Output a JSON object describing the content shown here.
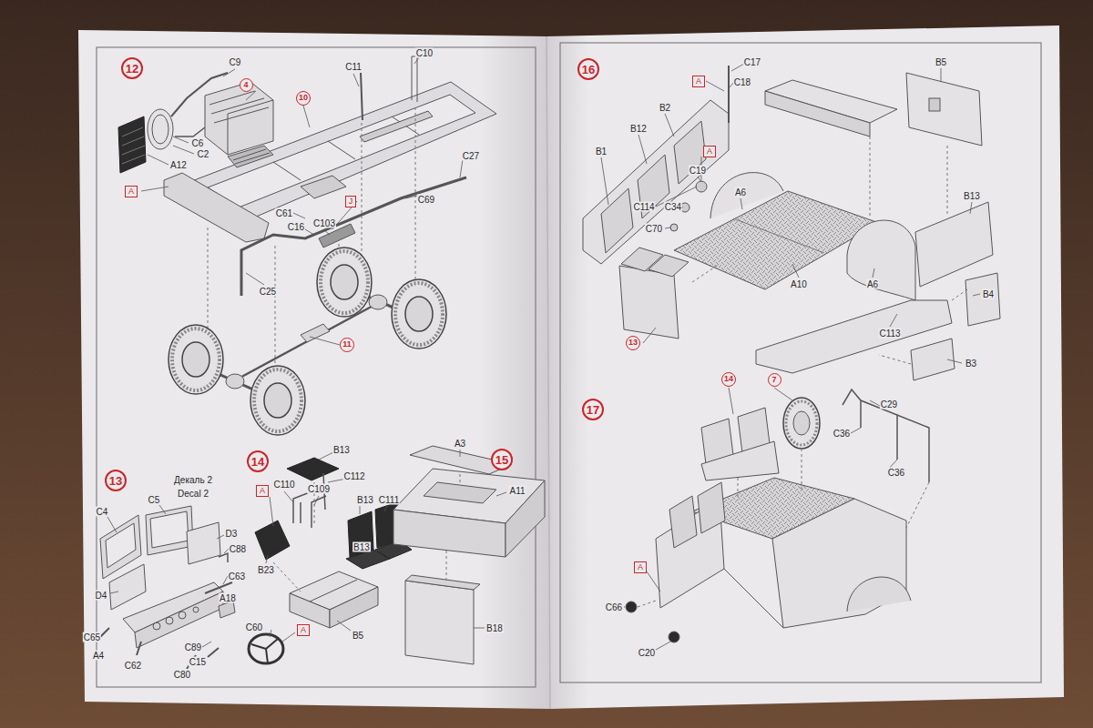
{
  "diagram": {
    "nodes": [
      {
        "text": [
          "12"
        ]
      },
      {
        "text": [
          "4"
        ]
      },
      {
        "text": [
          "10"
        ]
      },
      {
        "text": [
          "A"
        ]
      },
      {
        "text": [
          "J"
        ]
      },
      {
        "text": [
          "11"
        ]
      },
      {
        "text": [
          "14"
        ]
      },
      {
        "text": [
          "15"
        ]
      },
      {
        "text": [
          "13"
        ]
      },
      {
        "text": [
          "A"
        ]
      },
      {
        "text": [
          "A"
        ]
      },
      {
        "text": [
          "16"
        ]
      },
      {
        "text": [
          "A"
        ]
      },
      {
        "text": [
          "A"
        ]
      },
      {
        "text": [
          "13"
        ]
      },
      {
        "text": [
          "17"
        ]
      },
      {
        "text": [
          "14"
        ]
      },
      {
        "text": [
          "7"
        ]
      },
      {
        "text": [
          "A"
        ]
      }
    ],
    "labels": [
      "C9",
      "C6",
      "C2",
      "A12",
      "C11",
      "C10",
      "C27",
      "C69",
      "C61",
      "C16",
      "C103",
      "C25",
      "Декаль 2",
      "Decal 2",
      "C4",
      "C5",
      "D3",
      "C88",
      "C63",
      "D4",
      "A18",
      "C60",
      "C65",
      "C89",
      "A4",
      "C15",
      "C62",
      "C80",
      "B13",
      "C112",
      "C110",
      "C109",
      "B13",
      "C111",
      "B13",
      "B23",
      "B5",
      "A3",
      "A11",
      "B18",
      "C17",
      "C18",
      "B5",
      "B2",
      "B12",
      "B1",
      "C19",
      "A6",
      "B13",
      "C114",
      "C34",
      "C70",
      "A10",
      "A6",
      "B4",
      "C113",
      "B3",
      "C29",
      "C36",
      "C36",
      "C66",
      "C20"
    ]
  }
}
